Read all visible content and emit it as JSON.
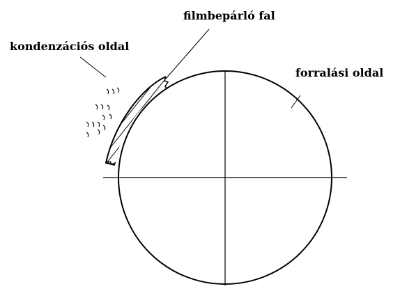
{
  "labels": {
    "wall": "filmbepárló fal",
    "condensation": "kondenzációs oldal",
    "boiling": "forralási oldal"
  },
  "colors": {
    "stroke": "#000000",
    "background": "#ffffff"
  }
}
